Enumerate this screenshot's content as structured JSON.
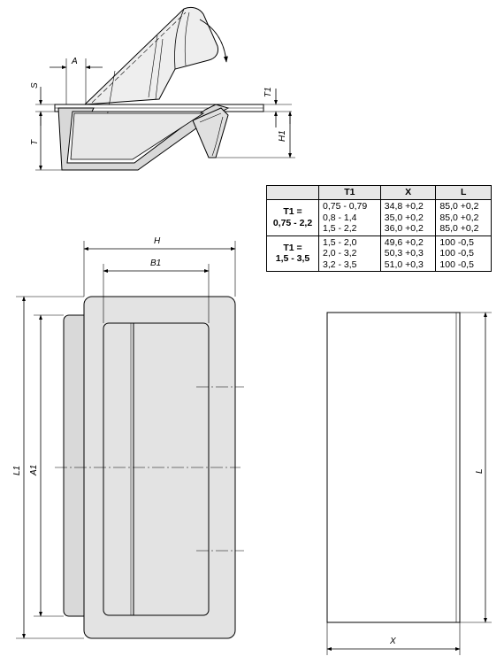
{
  "labels": {
    "A": "A",
    "S": "S",
    "T": "T",
    "T1": "T1",
    "H1": "H1",
    "H": "H",
    "B1": "B1",
    "L1": "L1",
    "A1": "A1",
    "L": "L",
    "X": "X"
  },
  "table": {
    "headers": [
      "",
      "T1",
      "X",
      "L"
    ],
    "rows": [
      {
        "group_line1": "T1 =",
        "group_line2": "0,75 - 2,2",
        "t1": [
          "0,75 - 0,79",
          "0,8 - 1,4",
          "1,5 - 2,2"
        ],
        "x": [
          "34,8 +0,2",
          "35,0 +0,2",
          "36,0 +0,2"
        ],
        "l": [
          "85,0 +0,2",
          "85,0 +0,2",
          "85,0 +0,2"
        ]
      },
      {
        "group_line1": "T1 =",
        "group_line2": "1,5 - 3,5",
        "t1": [
          "1,5 - 2,0",
          "2,0 - 3,2",
          "3,2 - 3,5"
        ],
        "x": [
          "49,6 +0,2",
          "50,3 +0,3",
          "51,0 +0,3"
        ],
        "l": [
          "100   -0,5",
          "100   -0,5",
          "100   -0,5"
        ]
      }
    ]
  },
  "colors": {
    "part_fill": "#e3e3e3",
    "line": "#000000"
  }
}
